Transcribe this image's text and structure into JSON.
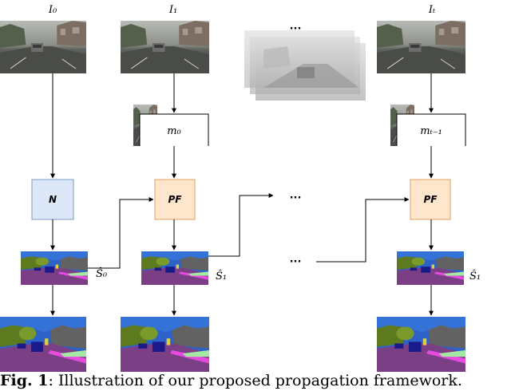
{
  "frames": {
    "i0": "I₀",
    "i1": "I₁",
    "it": "Iₜ"
  },
  "memories": {
    "m0": "m₀",
    "mt": "mₜ₋₁"
  },
  "modules": {
    "network": "N",
    "pf1": "PF",
    "pf2": "PF"
  },
  "segmentations": {
    "s0": "Ŝ₀",
    "s1a": "Ŝ₁",
    "s1b": "Ŝ₁"
  },
  "ellipsis": {
    "top": "···",
    "middle": "···",
    "lower": "···"
  },
  "caption": {
    "label": "Fig. 1",
    "text": ": Illustration of our proposed propagation framework."
  },
  "colors": {
    "network_fill": "#dce8f8",
    "network_stroke": "#7a9cc6",
    "pf_fill": "#fde6cc",
    "pf_stroke": "#e0a060",
    "road": "#7b3f86",
    "sky": "#2d63c8",
    "vegetation": "#6f8c26",
    "car": "#1a1a8a",
    "sidewalk": "#e84ae0",
    "terrain": "#a4e8a4"
  }
}
